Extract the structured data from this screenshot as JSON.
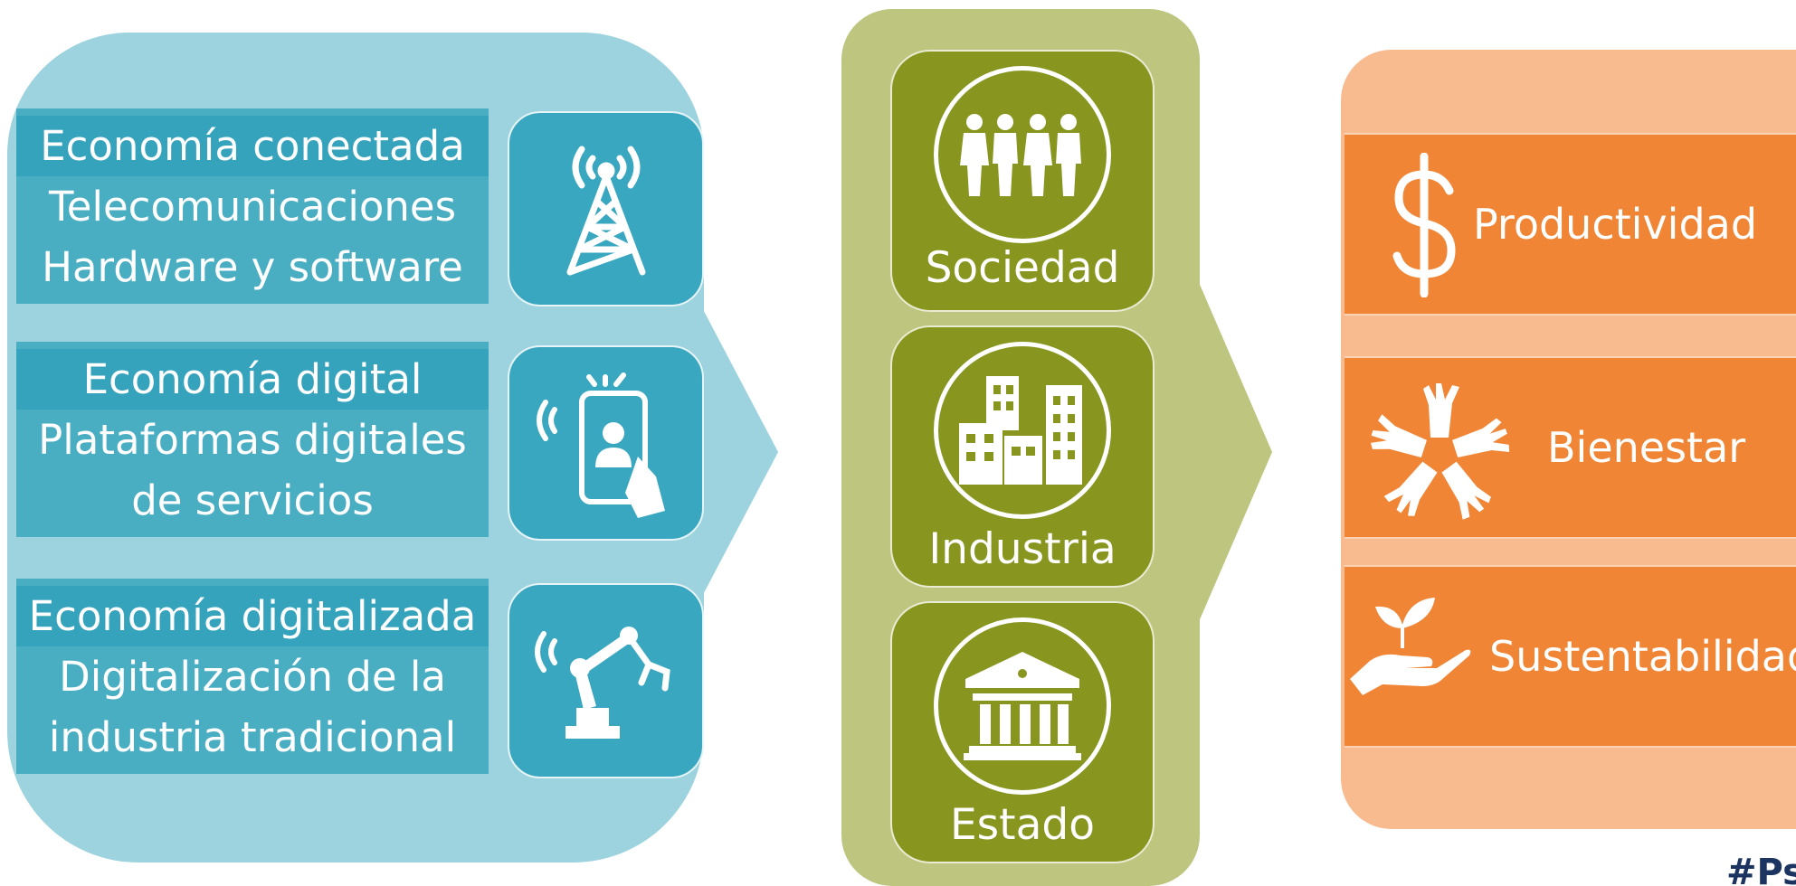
{
  "colors": {
    "left_panel": "#9cd3de",
    "left_box": "#4aaec3",
    "left_tile": "#38a7bf",
    "mid_panel": "#bec57f",
    "mid_card": "#88951e",
    "right_panel": "#f8bb8f",
    "right_card": "#f08535",
    "footer_text": "#1b3560"
  },
  "economies": [
    {
      "title": "Economía conectada",
      "lines": [
        "Telecomunicaciones",
        "Hardware y software"
      ],
      "icon": "antenna-tower-icon"
    },
    {
      "title": "Economía digital",
      "lines": [
        "Plataformas digitales",
        "de servicios"
      ],
      "icon": "smartphone-user-icon"
    },
    {
      "title": "Economía digitalizada",
      "lines": [
        "Digitalización de la",
        "industria tradicional"
      ],
      "icon": "robotic-arm-icon"
    }
  ],
  "actors": [
    {
      "label": "Sociedad",
      "icon": "people-group-icon"
    },
    {
      "label": "Industria",
      "icon": "buildings-icon"
    },
    {
      "label": "Estado",
      "icon": "government-building-icon"
    }
  ],
  "outcomes": [
    {
      "label": "Productividad",
      "icon": "dollar-sign-icon"
    },
    {
      "label": "Bienestar",
      "icon": "joined-hands-icon"
    },
    {
      "label": "Sustentabilidad",
      "icon": "plant-in-hand-icon"
    }
  ],
  "footer": {
    "tag": "#Ps"
  }
}
